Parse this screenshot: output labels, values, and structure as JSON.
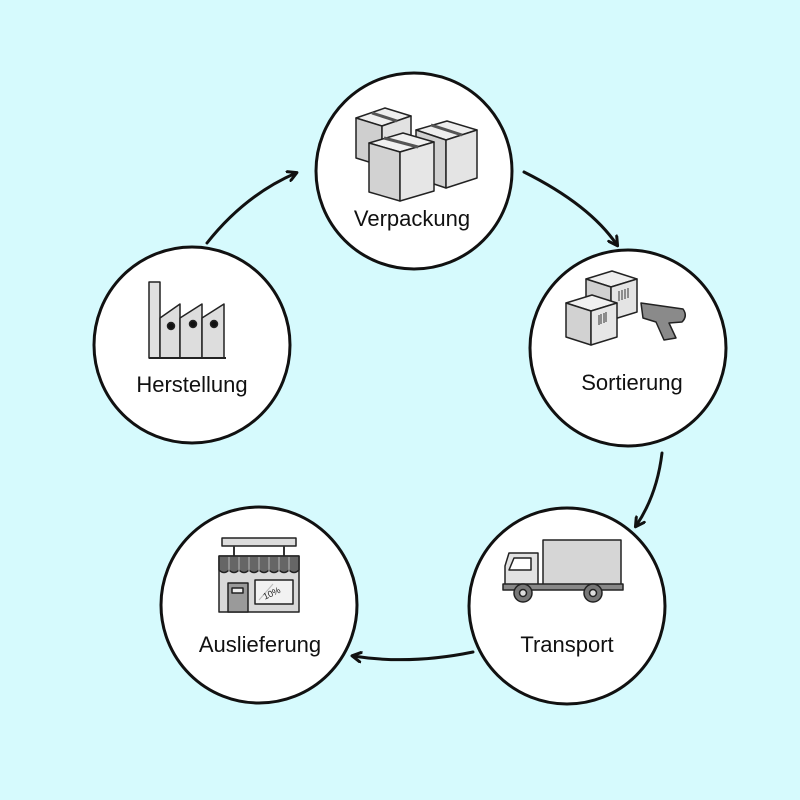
{
  "colors": {
    "background": "#d6fafd",
    "circle_fill": "#ffffff",
    "stroke": "#111111",
    "icon_gray": "#d9d9d9",
    "icon_dark": "#555555"
  },
  "stages": [
    {
      "id": "verpackung",
      "label": "Verpackung",
      "icon": "boxes-icon"
    },
    {
      "id": "sortierung",
      "label": "Sortierung",
      "icon": "scanner-boxes-icon"
    },
    {
      "id": "transport",
      "label": "Transport",
      "icon": "truck-icon"
    },
    {
      "id": "auslieferung",
      "label": "Auslieferung",
      "icon": "shop-icon"
    },
    {
      "id": "herstellung",
      "label": "Herstellung",
      "icon": "factory-icon"
    }
  ],
  "flow": [
    {
      "from": "herstellung",
      "to": "verpackung"
    },
    {
      "from": "verpackung",
      "to": "sortierung"
    },
    {
      "from": "sortierung",
      "to": "transport"
    },
    {
      "from": "transport",
      "to": "auslieferung"
    }
  ],
  "shop_sign_text": "10%"
}
